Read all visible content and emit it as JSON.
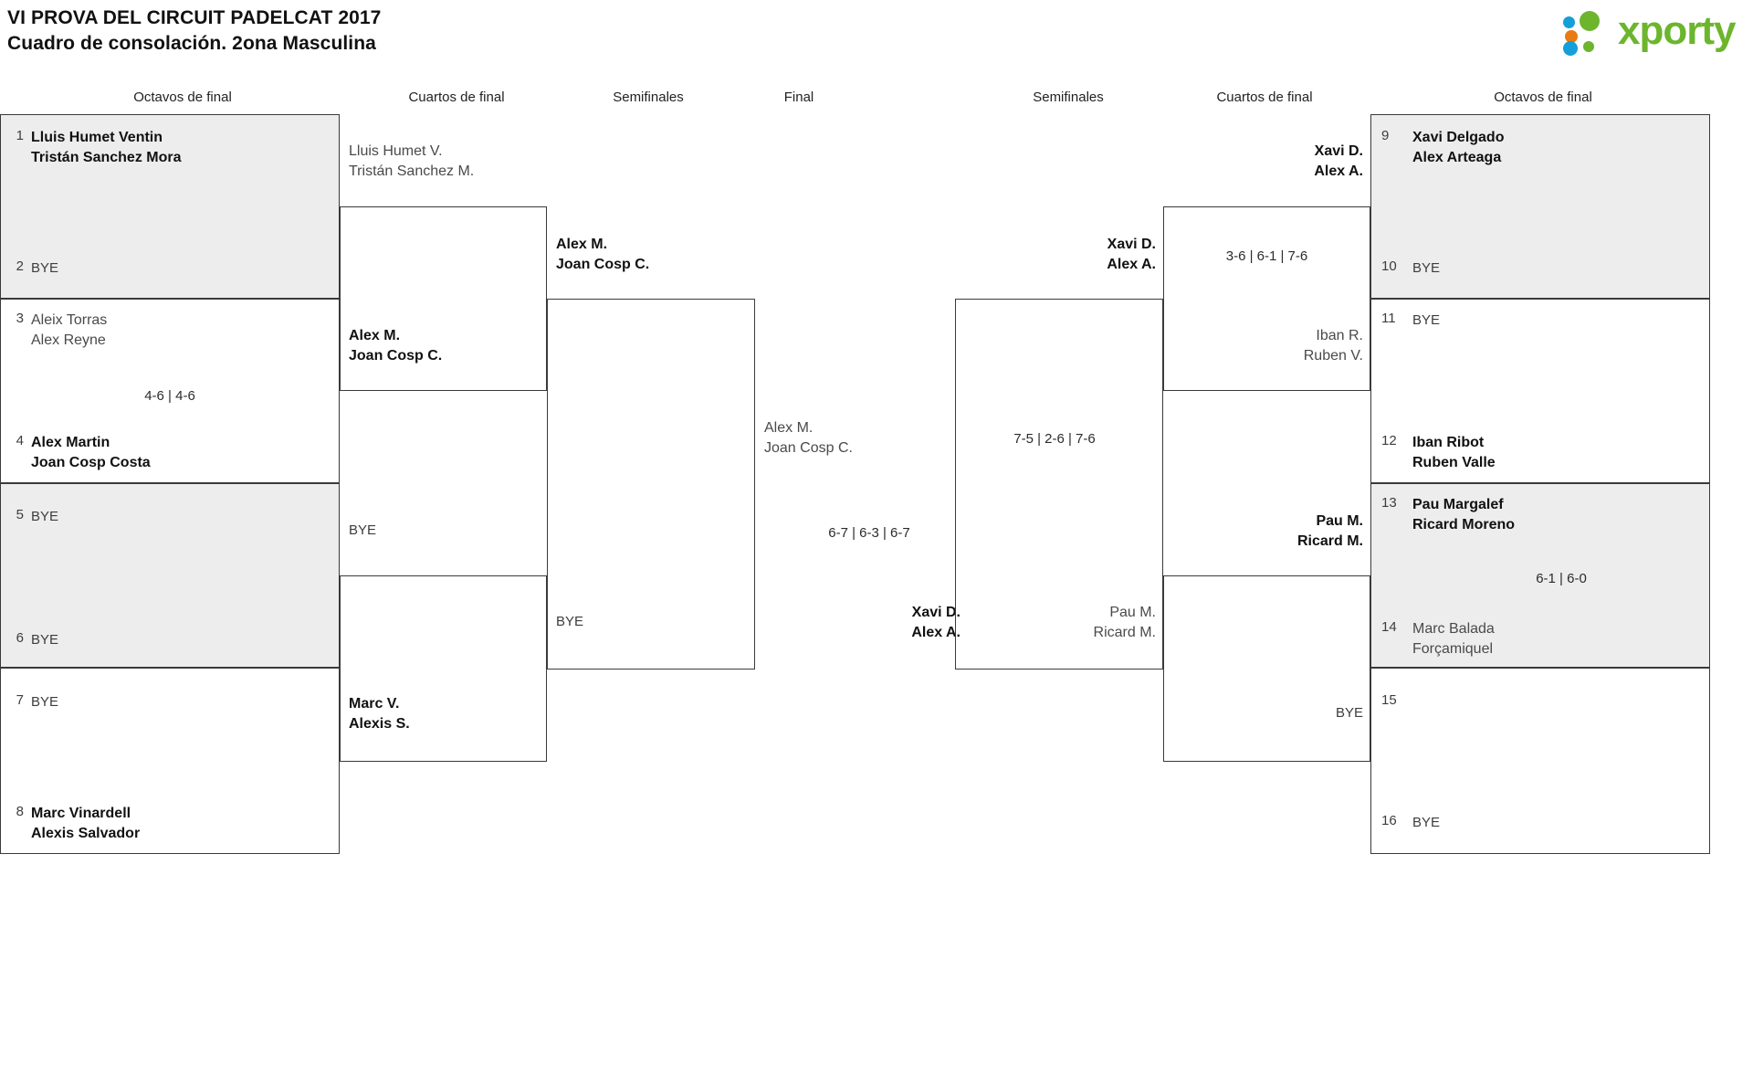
{
  "header": {
    "title_line1": "VI PROVA DEL CIRCUIT PADELCAT 2017",
    "title_line2": "Cuadro de consolación. 2ona Masculina",
    "logo_text": "xporty",
    "logo_colors": {
      "green": "#6cb52d",
      "blue": "#149fd9",
      "orange": "#e87b12"
    }
  },
  "round_headers": [
    {
      "label": "Octavos de final"
    },
    {
      "label": "Cuartos de final"
    },
    {
      "label": "Semifinales"
    },
    {
      "label": "Final"
    },
    {
      "label": "Semifinales"
    },
    {
      "label": "Cuartos de final"
    },
    {
      "label": "Octavos de final"
    }
  ],
  "left": {
    "octavos": [
      {
        "seed": "1",
        "line1": "Lluis Humet Ventin",
        "line2": "Tristán Sanchez Mora",
        "state": "win"
      },
      {
        "seed": "2",
        "line1": "BYE",
        "line2": "",
        "state": "bye"
      },
      {
        "seed": "3",
        "line1": "Aleix Torras",
        "line2": "Alex Reyne",
        "state": "los"
      },
      {
        "seed": "4",
        "line1": "Alex Martin",
        "line2": "Joan Cosp Costa",
        "state": "win"
      },
      {
        "seed": "5",
        "line1": "BYE",
        "line2": "",
        "state": "bye"
      },
      {
        "seed": "6",
        "line1": "BYE",
        "line2": "",
        "state": "bye"
      },
      {
        "seed": "7",
        "line1": "BYE",
        "line2": "",
        "state": "bye"
      },
      {
        "seed": "8",
        "line1": "Marc Vinardell",
        "line2": "Alexis Salvador",
        "state": "win"
      }
    ],
    "octavos_scores": [
      "",
      "4-6 | 4-6",
      "",
      ""
    ],
    "cuartos": [
      {
        "line1": "Lluis Humet V.",
        "line2": "Tristán Sanchez M.",
        "state": "los"
      },
      {
        "line1": "Alex M.",
        "line2": "Joan Cosp C.",
        "state": "win"
      },
      {
        "line1": "BYE",
        "line2": "",
        "state": "bye"
      },
      {
        "line1": "Marc V.",
        "line2": "Alexis S.",
        "state": "win"
      }
    ],
    "cuartos_scores": [
      "",
      ""
    ],
    "semis": [
      {
        "line1": "Alex M.",
        "line2": "Joan Cosp C.",
        "state": "win"
      },
      {
        "line1": "BYE",
        "line2": "",
        "state": "bye"
      }
    ],
    "semis_scores": [
      ""
    ],
    "finalist": {
      "line1": "Alex M.",
      "line2": "Joan Cosp C.",
      "state": "los"
    }
  },
  "final": {
    "score": "6-7 | 6-3 | 6-7"
  },
  "right": {
    "octavos": [
      {
        "seed": "9",
        "line1": "Xavi Delgado",
        "line2": "Alex Arteaga",
        "state": "win"
      },
      {
        "seed": "10",
        "line1": "BYE",
        "line2": "",
        "state": "bye"
      },
      {
        "seed": "11",
        "line1": "BYE",
        "line2": "",
        "state": "bye"
      },
      {
        "seed": "12",
        "line1": "Iban Ribot",
        "line2": "Ruben Valle",
        "state": "win"
      },
      {
        "seed": "13",
        "line1": "Pau Margalef",
        "line2": "Ricard Moreno",
        "state": "win"
      },
      {
        "seed": "14",
        "line1": "Marc Balada",
        "line2": "Forçamiquel",
        "state": "los"
      },
      {
        "seed": "15",
        "line1": "",
        "line2": "",
        "state": "empty"
      },
      {
        "seed": "16",
        "line1": "BYE",
        "line2": "",
        "state": "bye"
      }
    ],
    "octavos_scores": [
      "",
      "",
      "6-1 | 6-0",
      ""
    ],
    "cuartos": [
      {
        "line1": "Xavi D.",
        "line2": "Alex A.",
        "state": "win"
      },
      {
        "line1": "Iban R.",
        "line2": "Ruben V.",
        "state": "los"
      },
      {
        "line1": "Pau M.",
        "line2": "Ricard M.",
        "state": "win"
      },
      {
        "line1": "BYE",
        "line2": "",
        "state": "bye"
      }
    ],
    "cuartos_scores": [
      "3-6 | 6-1 | 7-6",
      ""
    ],
    "semis": [
      {
        "line1": "Xavi D.",
        "line2": "Alex A.",
        "state": "win"
      },
      {
        "line1": "Pau M.",
        "line2": "Ricard M.",
        "state": "los"
      }
    ],
    "semis_scores": [
      "7-5 | 2-6 | 7-6"
    ],
    "finalist": {
      "line1": "Xavi D.",
      "line2": "Alex A.",
      "state": "win"
    }
  }
}
